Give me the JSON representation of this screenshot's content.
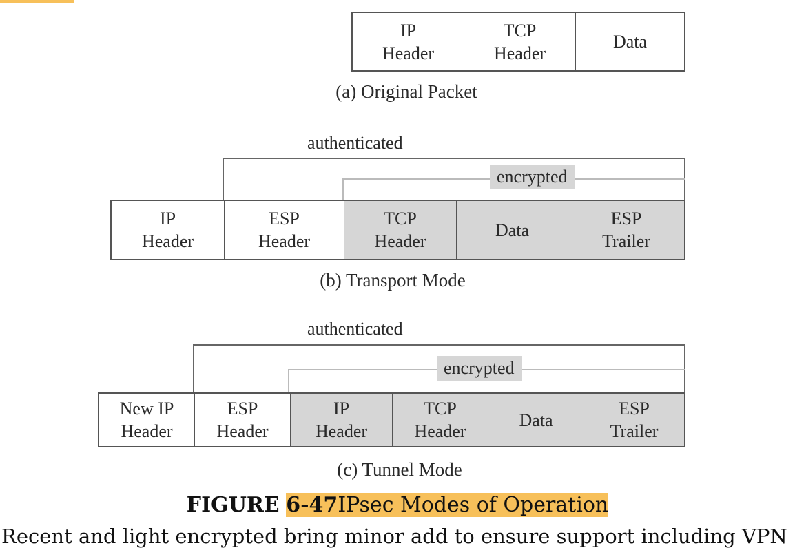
{
  "original": {
    "cells": [
      "IP\nHeader",
      "TCP\nHeader",
      "Data"
    ],
    "caption": "(a) Original Packet"
  },
  "transport": {
    "auth_label": "authenticated",
    "enc_label": "encrypted",
    "cells": [
      "IP\nHeader",
      "ESP\nHeader",
      "TCP\nHeader",
      "Data",
      "ESP\nTrailer"
    ],
    "caption": "(b) Transport Mode"
  },
  "tunnel": {
    "auth_label": "authenticated",
    "enc_label": "encrypted",
    "cells": [
      "New IP\nHeader",
      "ESP\nHeader",
      "IP\nHeader",
      "TCP\nHeader",
      "Data",
      "ESP\nTrailer"
    ],
    "caption": "(c) Tunnel Mode"
  },
  "figure": {
    "label": "FIGURE",
    "number": "6-47",
    "title": "IPsec Modes of Operation"
  },
  "body_text": "Recent and light encrypted bring minor add to ensure support including VPN"
}
